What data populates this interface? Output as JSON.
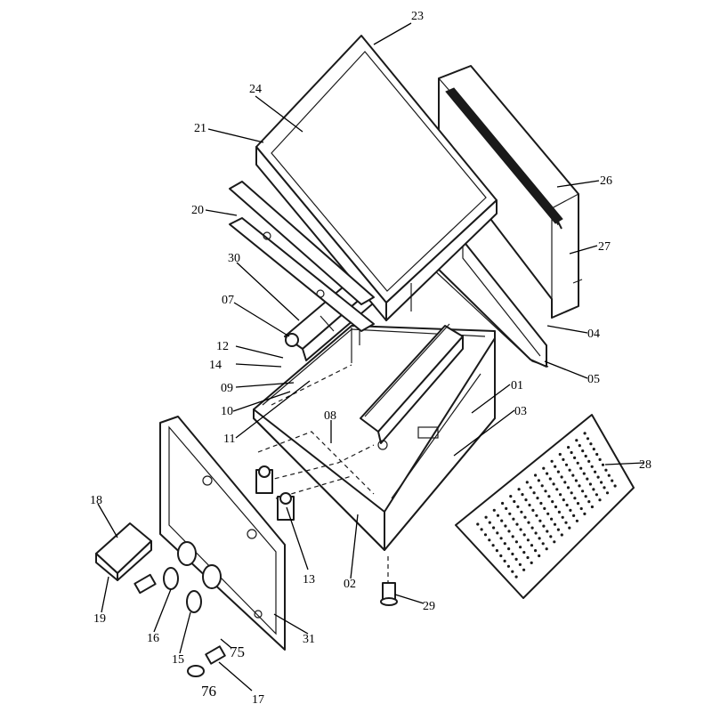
{
  "diagram": {
    "type": "exploded-parts-view",
    "callouts": [
      {
        "id": "23",
        "label": "23"
      },
      {
        "id": "24",
        "label": "24"
      },
      {
        "id": "21",
        "label": "21"
      },
      {
        "id": "26",
        "label": "26"
      },
      {
        "id": "20",
        "label": "20"
      },
      {
        "id": "27",
        "label": "27"
      },
      {
        "id": "30",
        "label": "30"
      },
      {
        "id": "07",
        "label": "07"
      },
      {
        "id": "04",
        "label": "04"
      },
      {
        "id": "12",
        "label": "12"
      },
      {
        "id": "14",
        "label": "14"
      },
      {
        "id": "05",
        "label": "05"
      },
      {
        "id": "09",
        "label": "09"
      },
      {
        "id": "01",
        "label": "01"
      },
      {
        "id": "10",
        "label": "10"
      },
      {
        "id": "03",
        "label": "03"
      },
      {
        "id": "08",
        "label": "08"
      },
      {
        "id": "11",
        "label": "11"
      },
      {
        "id": "28",
        "label": "28"
      },
      {
        "id": "18",
        "label": "18"
      },
      {
        "id": "13",
        "label": "13"
      },
      {
        "id": "02",
        "label": "02"
      },
      {
        "id": "29",
        "label": "29"
      },
      {
        "id": "19",
        "label": "19"
      },
      {
        "id": "16",
        "label": "16"
      },
      {
        "id": "31",
        "label": "31"
      },
      {
        "id": "15",
        "label": "15"
      },
      {
        "id": "75",
        "label": "75"
      },
      {
        "id": "76",
        "label": "76"
      },
      {
        "id": "17",
        "label": "17"
      }
    ]
  }
}
